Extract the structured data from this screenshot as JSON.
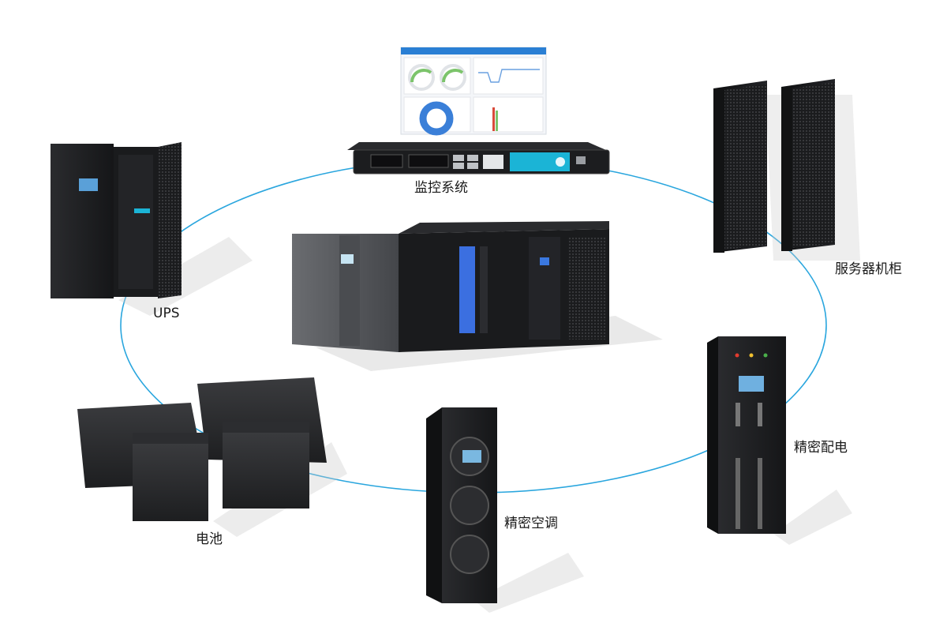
{
  "labels": {
    "monitor": "监控系统",
    "server_rack": "服务器机柜",
    "ups": "UPS",
    "pdu": "精密配电",
    "battery": "电池",
    "ac": "精密空调"
  },
  "colors": {
    "ring": "#2aa6de",
    "device": "#1f2023",
    "device_dark": "#141517",
    "accent_blue": "#3b6fe0",
    "screen_bar": "#2a7fd4",
    "panel_teal": "#1bb4d6"
  }
}
